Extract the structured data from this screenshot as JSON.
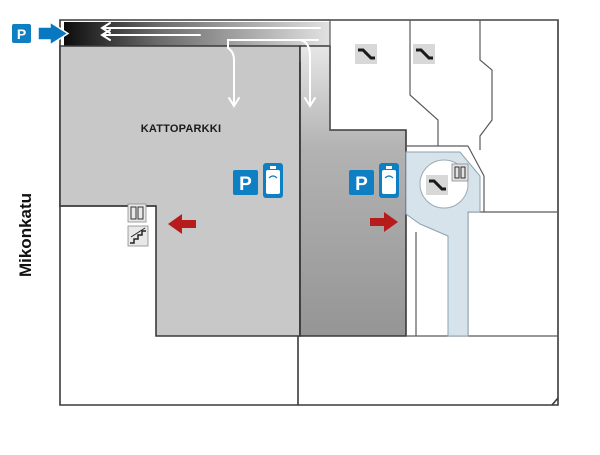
{
  "map": {
    "street_name": "Mikonkatu",
    "parking_area_name": "KATTOPARKKI",
    "parking_symbol": "P"
  },
  "icons": {
    "entrance_parking": "parking-sign-icon",
    "entrance_arrow": "entrance-arrow-icon",
    "parking_ticket": "parking-ticket-machine-icon",
    "escalator": "escalator-icon",
    "elevator": "elevator-icon",
    "stairs": "stairs-icon",
    "direction_arrow": "direction-arrow-icon"
  },
  "colors": {
    "parking_blue": "#0f7fc4",
    "entrance_blue": "#0a78c0",
    "arrow_red": "#b71c1c",
    "roof_parking_fill": "#c8c8c8",
    "ramp_fill": "#9a9a9a",
    "concourse_fill": "#d6e3eb",
    "wall": "#3a3a3a"
  }
}
